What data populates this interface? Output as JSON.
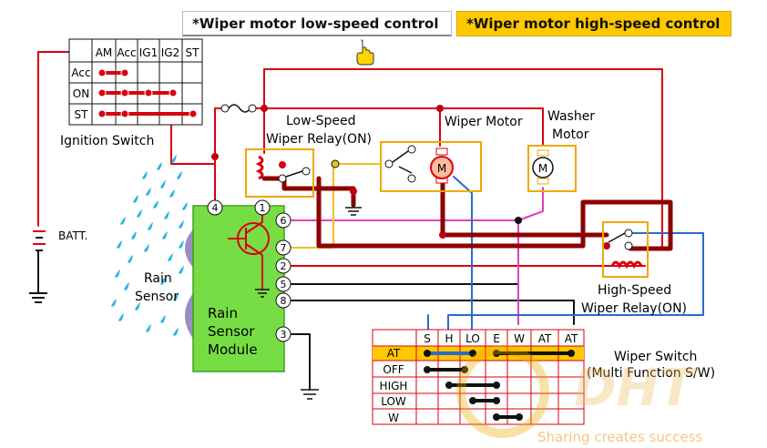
{
  "tabs": {
    "low": "*Wiper motor low-speed control",
    "high": "*Wiper motor high-speed control"
  },
  "ignition_switch": {
    "title": "Ignition Switch",
    "headers": [
      "AM",
      "Acc",
      "IG1",
      "IG2",
      "ST"
    ],
    "rows": [
      "Acc",
      "ON",
      "ST"
    ]
  },
  "battery_label": "BATT.",
  "rain_sensor_label": [
    "Rain",
    "Sensor"
  ],
  "module_label": [
    "Rain",
    "Sensor",
    "Module"
  ],
  "low_relay_label": [
    "Low-Speed",
    "Wiper Relay(ON)"
  ],
  "wiper_motor_label": "Wiper Motor",
  "washer_motor_label": [
    "Washer",
    "Motor"
  ],
  "motor_symbol": "M",
  "high_relay_label": [
    "High-Speed",
    "Wiper Relay(ON)"
  ],
  "terminals": [
    "4",
    "1",
    "6",
    "7",
    "2",
    "5",
    "8",
    "3"
  ],
  "wiper_switch": {
    "title": "Wiper Switch",
    "subtitle": "(Multi Function S/W)",
    "headers": [
      "S",
      "H",
      "LO",
      "E",
      "W",
      "AT",
      "AT"
    ],
    "rows": [
      "AT",
      "OFF",
      "HIGH",
      "LOW",
      "W"
    ]
  },
  "watermark": {
    "logo_text": "DHT",
    "tagline": "Sharing creates success"
  },
  "colors": {
    "high_speed_tab": "#ffc800",
    "main_wire": "#d8000f",
    "active_path": "#8b0000",
    "relay_box": "#f0a800",
    "module_green": "#77dd44",
    "rain_drops": "#28b4e6"
  }
}
